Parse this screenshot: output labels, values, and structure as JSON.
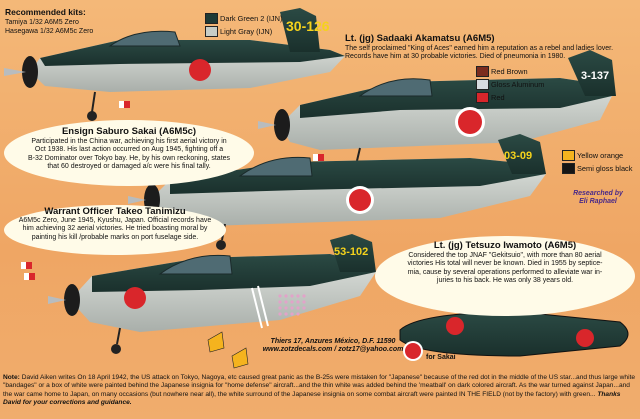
{
  "kits": {
    "heading": "Recommended kits:",
    "lines": [
      "Tamiya 1/32 A6M5  Zero",
      "Hasegawa 1/32 A6M5c  Zero"
    ]
  },
  "colors": [
    {
      "name": "Dark Green 2 (IJN)",
      "hex": "#1e3a36"
    },
    {
      "name": "Light Gray (IJN)",
      "hex": "#c7cdc6"
    },
    {
      "name": "Red Brown",
      "hex": "#7b2c1e"
    },
    {
      "name": "Gloss Aluminum",
      "hex": "#d7dbdf"
    },
    {
      "name": "Red",
      "hex": "#d9262b"
    },
    {
      "name": "Yellow orange",
      "hex": "#f5b31e"
    },
    {
      "name": "Semi gloss black",
      "hex": "#161616"
    }
  ],
  "pilots": [
    {
      "title": "Lt. (jg) Sadaaki Akamatsu (A6M5)",
      "body": [
        "The self proclaimed \"King of Aces\" earned him a reputation as a rebel and ladies lover.",
        "Records have him at 30 probable victories. Died of pneumonia  in 1980."
      ]
    },
    {
      "title": "Ensign Saburo Sakai (A6M5c)",
      "body": [
        "Participated in the China war, achieving his first aerial victory in",
        "Oct 1938. His last action occurred on Aug 1945, fighting off a",
        "B-32 Dominator over Tokyo bay. He, by his own reckoning, states",
        "that 60 destroyed or damaged a/c were his final tally."
      ]
    },
    {
      "title": "Warrant Officer Takeo Tanimizu",
      "body": [
        "A6M5c Zero, June 1945, Kyushu, Japan. Official records have",
        "him achieving 32 aerial  victories. He tried  boasting moral by",
        "painting his kill /probable marks on port fuselage side."
      ]
    },
    {
      "title": "Lt. (jg) Tetsuzo Iwamoto (A6M5)",
      "body": [
        "Considered the top  JNAF \"Gekitsuio\", with more than 80 aerial",
        "victories His total will never be known. Died in 1955 by septice-",
        "mia, cause by several operations performed to alleviate war in-",
        "juries to his back. He was only 38 years old."
      ]
    }
  ],
  "codes": {
    "plane1": "30-126",
    "plane2": "3-137",
    "plane3": "03-09",
    "plane4": "53-102"
  },
  "research": {
    "line1": "Researched by",
    "line2": "Eli Raphael"
  },
  "credits": {
    "line1": "Thiers 17, Anzures México, D.F. 11590",
    "line2": "www.zotzdecals.com / zotz17@yahoo.com"
  },
  "sakai_label": "for Sakai",
  "note": {
    "label": "Note:",
    "text": "David Aiken writes On 18 April 1942, the US attack on Tokyo, Nagoya, etc caused great panic as the B-25s were mistaken for \"Japanese\" because of the red dot in the middle of the US star...and thus large white \"bandages\" or a box of white were painted behind the Japanese insignia for \"home defense\" aircraft...and the thin white was added behind the 'meatball' on dark colored aircraft. As the war turned against Japan...and the war came home to Japan, on many occasions (but nowhere near all), the white surround of the Japanese insignia on some combat aircraft were painted IN THE FIELD (not by the factory) with green... ",
    "thanks": "Thanks David for your corrections and guidance."
  }
}
